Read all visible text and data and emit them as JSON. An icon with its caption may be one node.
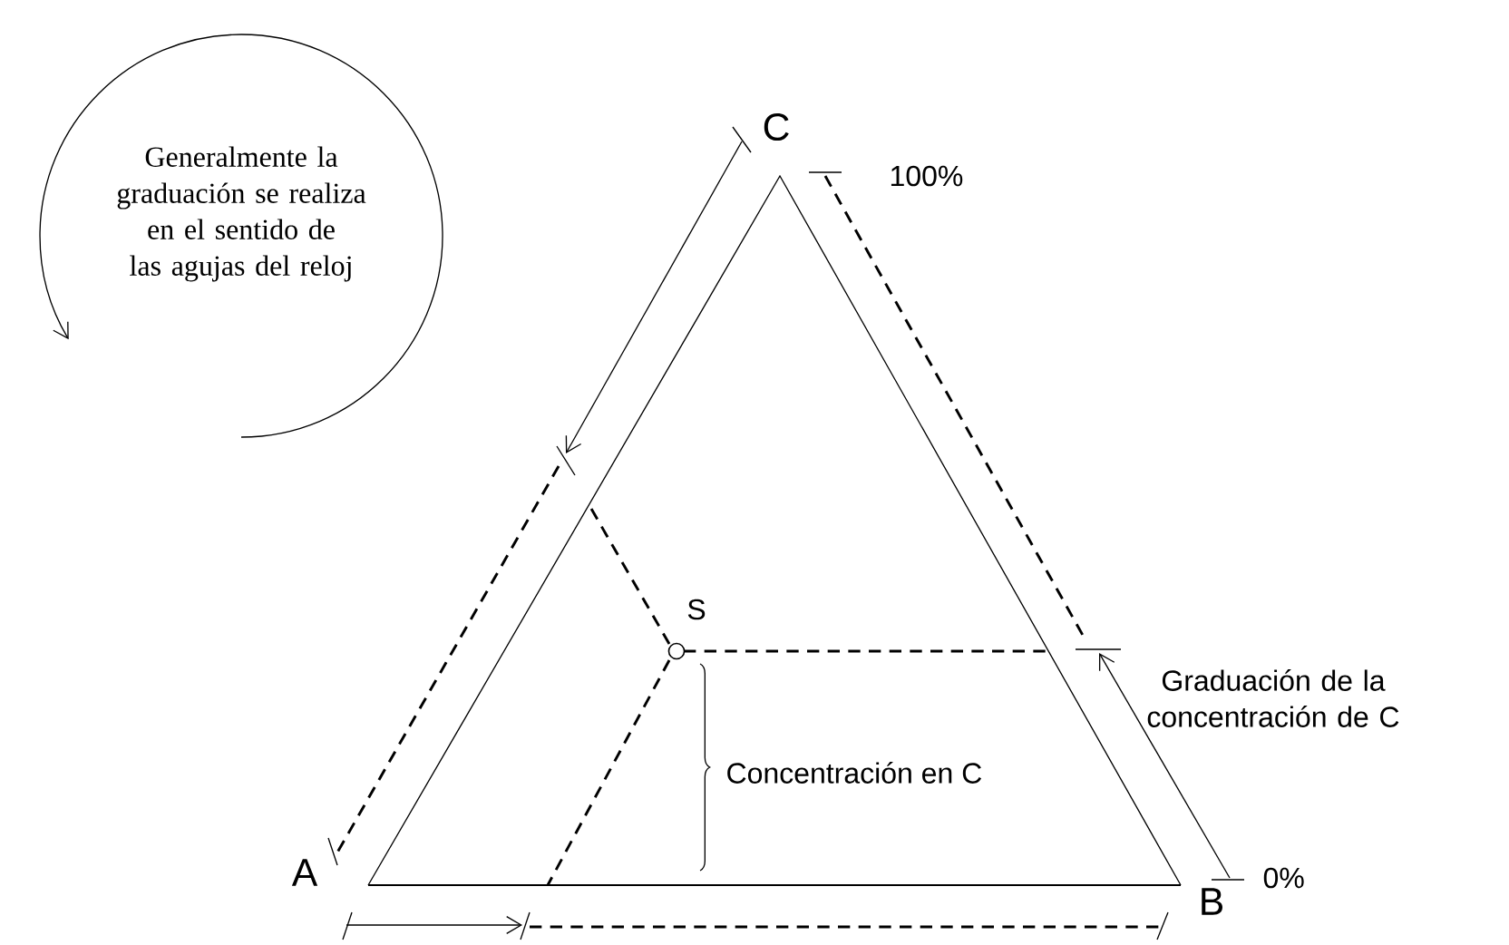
{
  "diagram": {
    "nodes": [
      {
        "text": [
          "Generalmente la graduación se realiza en el sentido de las agujas del reloj"
        ]
      }
    ],
    "labels": [
      "C",
      "100%",
      "S",
      "Graduación de la concentración de C",
      "Concentración en C",
      "A",
      "B",
      "0%"
    ]
  }
}
